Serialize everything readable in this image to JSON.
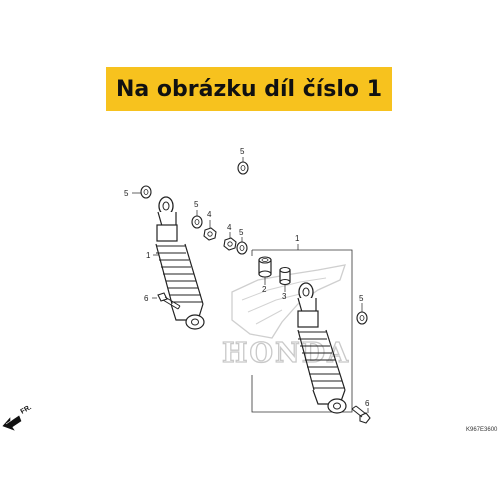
{
  "banner": {
    "text": "Na obrázku díl číslo 1"
  },
  "callouts": [
    "5",
    "5",
    "4",
    "5",
    "4",
    "5",
    "1",
    "1",
    "2",
    "3",
    "6",
    "5",
    "6"
  ],
  "watermark": {
    "brand": "HONDA"
  },
  "direction_label": "FR.",
  "diagram_code": "K967E3600",
  "colors": {
    "banner": "#f7c21e",
    "ink": "#222222",
    "watermark": "#c9c9c9"
  }
}
